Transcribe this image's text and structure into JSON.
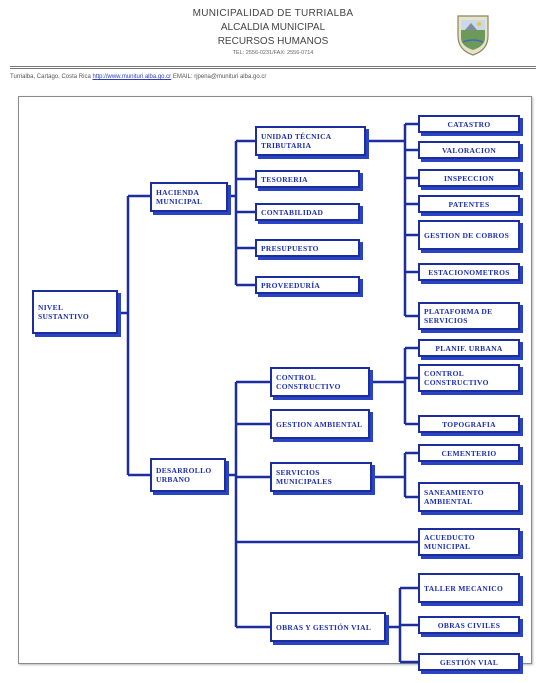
{
  "header": {
    "line1": "MUNICIPALIDAD DE TURRIALBA",
    "line2": "ALCALDIA MUNICIPAL",
    "line3": "RECURSOS HUMANOS",
    "line4": "TEL: 2556-0231/FAX: 2556-0714",
    "address_prefix": "Turrialba, Cartago, Costa Rica",
    "address_link": "http://www.munituri alba.go.cr",
    "address_suffix": " EMAIL: rjpena@munituri alba.go.cr"
  },
  "colors": {
    "line": "#1c2e9e",
    "box_border": "#1c2e9e",
    "text": "#1d2fb0"
  },
  "seal_icon": "municipal-seal-icon",
  "org_chart": {
    "root": "NIVEL SUSTANTIVO",
    "hacienda": "HACIENDA MUNICIPAL",
    "desarrollo": "DESARROLLO URBANO",
    "unidad_tecnica": "UNIDAD TÉCNICA TRIBUTARIA",
    "tesoreria": "TESORERIA",
    "contabilidad": "CONTABILIDAD",
    "presupuesto": "PRESUPUESTO",
    "proveeduria": "PROVEEDURÍA",
    "catastro": "CATASTRO",
    "valoracion": "VALORACION",
    "inspeccion": "INSPECCION",
    "patentes": "PATENTES",
    "gestion_cobros": "GESTION DE COBROS",
    "estacionometros": "ESTACIONOMETROS",
    "plataforma": "PLATAFORMA DE SERVICIOS",
    "control_constructivo": "CONTROL CONSTRUCTIVO",
    "gestion_ambiental": "GESTION AMBIENTAL",
    "servicios_municipales": "SERVICIOS MUNICIPALES",
    "obras_gestion_vial": "OBRAS Y GESTIÓN VIAL",
    "planif_urbana": "PLANIF. URBANA",
    "control_constructivo_2": "CONTROL CONSTRUCTIVO",
    "topografia": "TOPOGRAFIA",
    "cementerio": "CEMENTERIO",
    "saneamiento": "SANEAMIENTO AMBIENTAL",
    "acueducto": "ACUEDUCTO MUNICIPAL",
    "taller": "TALLER MECANICO",
    "obras_civiles": "OBRAS CIVILES",
    "gestion_vial": "GESTIÓN VIAL"
  }
}
